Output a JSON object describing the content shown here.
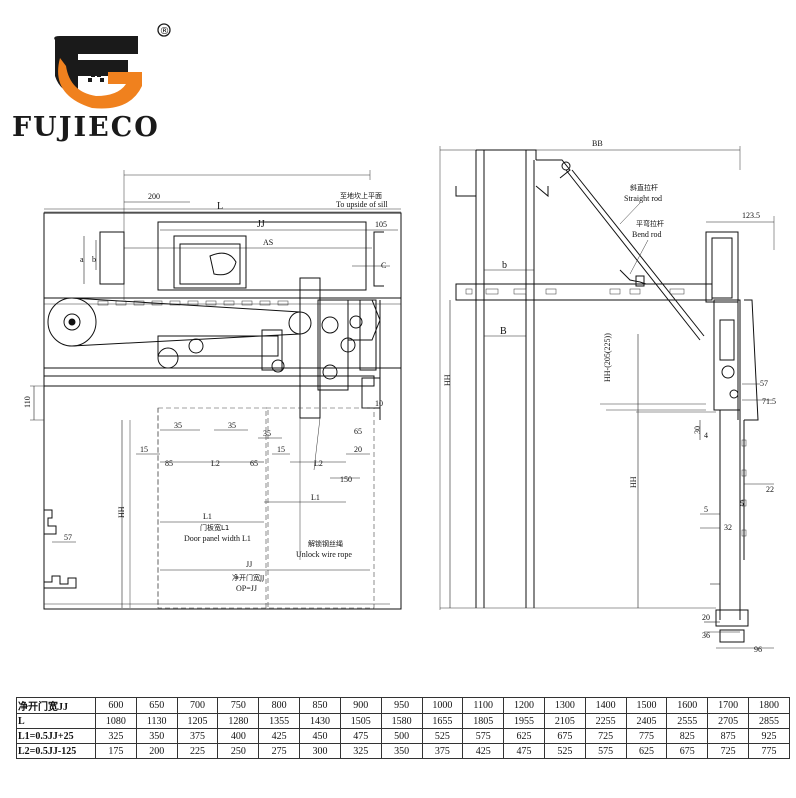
{
  "brand": {
    "name": "FUJIECO",
    "registered_mark": "®"
  },
  "front_view": {
    "dims": {
      "d200": "200",
      "L": "L",
      "JJ": "JJ",
      "d105": "105",
      "AS": "AS",
      "C": "C",
      "a": "a",
      "b": "b",
      "d110": "110",
      "d10": "10",
      "d35a": "35",
      "d35b": "35",
      "d35c": "35",
      "d15a": "15",
      "d85": "85",
      "L2a": "L2",
      "d65a": "65",
      "d15b": "15",
      "L2b": "L2",
      "d65b": "65",
      "d20": "20",
      "d150": "150",
      "L1a": "L1",
      "L1b": "L1",
      "JJb": "JJ",
      "HH": "HH",
      "d57": "57"
    },
    "labels": {
      "sill_cn": "至地坎上平面",
      "sill_en": "To upside of sill",
      "panel_cn": "门板宽L1",
      "panel_en": "Door panel width L1",
      "wire_cn": "解锁钢丝绳",
      "wire_en": "Unlock wire rope",
      "opening_cn": "净开门宽JJ",
      "opening_en": "OP=JJ"
    }
  },
  "side_view": {
    "dims": {
      "BB": "BB",
      "b": "b",
      "B": "B",
      "HH": "HH",
      "HH_range": "HH-(205(225))",
      "d123_5": "123.5",
      "d57": "57",
      "d71_5": "71.5",
      "d30": "30",
      "d4": "4",
      "d22": "22",
      "d5a": "5",
      "d5b": "5",
      "d32": "32",
      "d20": "20",
      "d36": "36",
      "d96": "96"
    },
    "labels": {
      "straight_cn": "斜直拉杆",
      "straight_en": "Straight rod",
      "bend_cn": "平弯拉杆",
      "bend_en": "Bend rod"
    }
  },
  "table": {
    "rows": [
      {
        "header": "净开门宽JJ",
        "cells": [
          "600",
          "650",
          "700",
          "750",
          "800",
          "850",
          "900",
          "950",
          "1000",
          "1100",
          "1200",
          "1300",
          "1400",
          "1500",
          "1600",
          "1700",
          "1800"
        ]
      },
      {
        "header": "L",
        "cells": [
          "1080",
          "1130",
          "1205",
          "1280",
          "1355",
          "1430",
          "1505",
          "1580",
          "1655",
          "1805",
          "1955",
          "2105",
          "2255",
          "2405",
          "2555",
          "2705",
          "2855"
        ]
      },
      {
        "header": "L1=0.5JJ+25",
        "cells": [
          "325",
          "350",
          "375",
          "400",
          "425",
          "450",
          "475",
          "500",
          "525",
          "575",
          "625",
          "675",
          "725",
          "775",
          "825",
          "875",
          "925"
        ]
      },
      {
        "header": "L2=0.5JJ-125",
        "cells": [
          "175",
          "200",
          "225",
          "250",
          "275",
          "300",
          "325",
          "350",
          "375",
          "425",
          "475",
          "525",
          "575",
          "625",
          "675",
          "725",
          "775"
        ]
      }
    ]
  },
  "colors": {
    "logo_orange": "#f0811e",
    "logo_black": "#1a1a1a"
  }
}
